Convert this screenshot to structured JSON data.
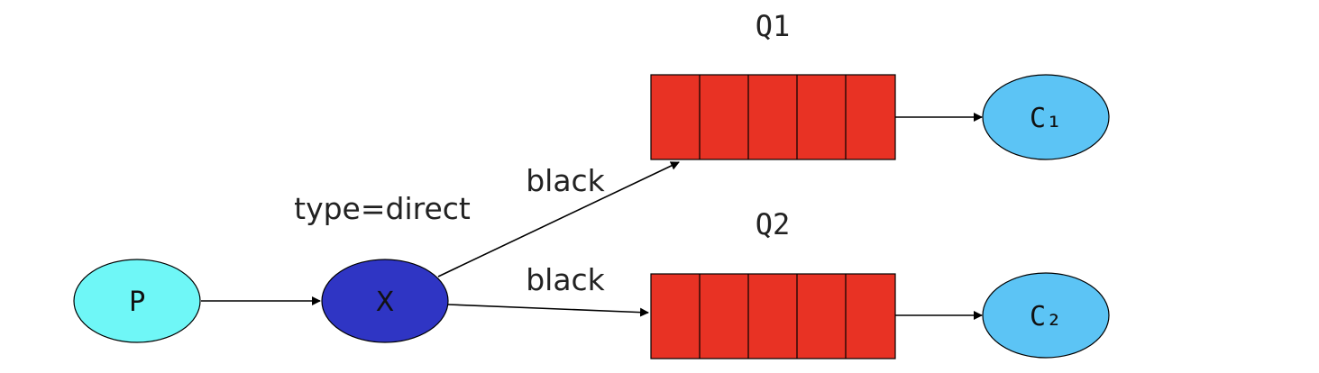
{
  "producer": {
    "label": "P",
    "fill": "#6ff7f7"
  },
  "exchange": {
    "label": "X",
    "type_label": "type=direct",
    "fill": "#2f35c4"
  },
  "queues": [
    {
      "name": "Q1",
      "binding_key": "black",
      "fill": "#e83224"
    },
    {
      "name": "Q2",
      "binding_key": "black",
      "fill": "#e83224"
    }
  ],
  "consumers": [
    {
      "label": "C₁",
      "fill": "#5cc4f5"
    },
    {
      "label": "C₂",
      "fill": "#5cc4f5"
    }
  ]
}
